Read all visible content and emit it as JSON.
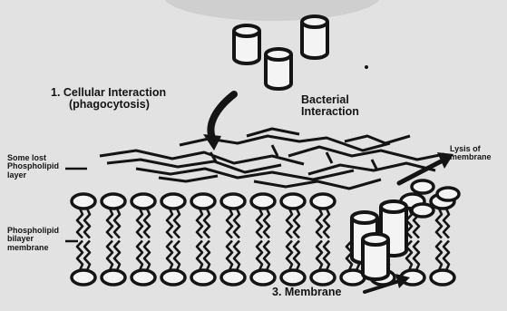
{
  "labels": {
    "cellular_line1": "1.  Cellular Interaction",
    "cellular_line2": "(phagocytosis)",
    "bacterial_line1": "Bacterial",
    "bacterial_line2": "Interaction",
    "left_top_line1": "Some lost",
    "left_top_line2": "Phospholipid",
    "left_top_line3": "layer",
    "left_bottom_line1": "Phospholipid",
    "left_bottom_line2": "bilayer",
    "left_bottom_line3": "membrane",
    "right_line1": "Lysis of",
    "right_line2": "membrane",
    "bottom": "3.  Membrane"
  },
  "colors": {
    "background": "#e2e2e2",
    "ink": "#141414",
    "bead_fill": "#f4f4f4"
  }
}
